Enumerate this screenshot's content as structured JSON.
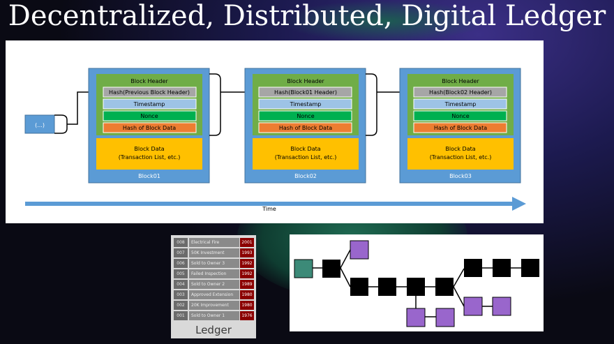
{
  "slide": {
    "title": "Decentralized, Distributed, Digital Ledger"
  },
  "blockchain_diagram": {
    "prev_label": "(...)",
    "time_label": "Time",
    "blocks": [
      {
        "name": "Block01",
        "header_label": "Block Header",
        "hash_label": "Hash(Previous Block Header)",
        "timestamp_label": "Timestamp",
        "nonce_label": "Nonce",
        "data_hash_label": "Hash of Block Data",
        "data_line1": "Block Data",
        "data_line2": "(Transaction List, etc.)"
      },
      {
        "name": "Block02",
        "header_label": "Block Header",
        "hash_label": "Hash(Block01 Header)",
        "timestamp_label": "Timestamp",
        "nonce_label": "Nonce",
        "data_hash_label": "Hash of Block Data",
        "data_line1": "Block Data",
        "data_line2": "(Transaction List, etc.)"
      },
      {
        "name": "Block03",
        "header_label": "Block Header",
        "hash_label": "Hash(Block02 Header)",
        "timestamp_label": "Timestamp",
        "nonce_label": "Nonce",
        "data_hash_label": "Hash of Block Data",
        "data_line1": "Block Data",
        "data_line2": "(Transaction List, etc.)"
      }
    ],
    "colors": {
      "block_outer": "#5b9bd5",
      "header": "#70ad47",
      "hash_row": "#a6a6a6",
      "timestamp_row": "#9dc3e6",
      "nonce_row": "#00b050",
      "data_hash_row": "#ed7d31",
      "block_data": "#ffc000",
      "time_arrow": "#5b9bd5"
    }
  },
  "ledger": {
    "label": "Ledger",
    "rows": [
      {
        "num": "008",
        "desc": "Electrical Fire",
        "year": "2001"
      },
      {
        "num": "007",
        "desc": "50K Investment",
        "year": "1993"
      },
      {
        "num": "006",
        "desc": "Sold to Owner 3",
        "year": "1992"
      },
      {
        "num": "005",
        "desc": "Failed Inspection",
        "year": "1992"
      },
      {
        "num": "004",
        "desc": "Sold to Owner 2",
        "year": "1989"
      },
      {
        "num": "003",
        "desc": "Approved Extension",
        "year": "1980"
      },
      {
        "num": "002",
        "desc": "20K Improvement",
        "year": "1980"
      },
      {
        "num": "001",
        "desc": "Sold to Owner 1",
        "year": "1976"
      }
    ]
  },
  "chain_graph": {
    "colors": {
      "genesis": "#3c8a78",
      "main": "#000000",
      "orphan": "#9966cc"
    }
  }
}
